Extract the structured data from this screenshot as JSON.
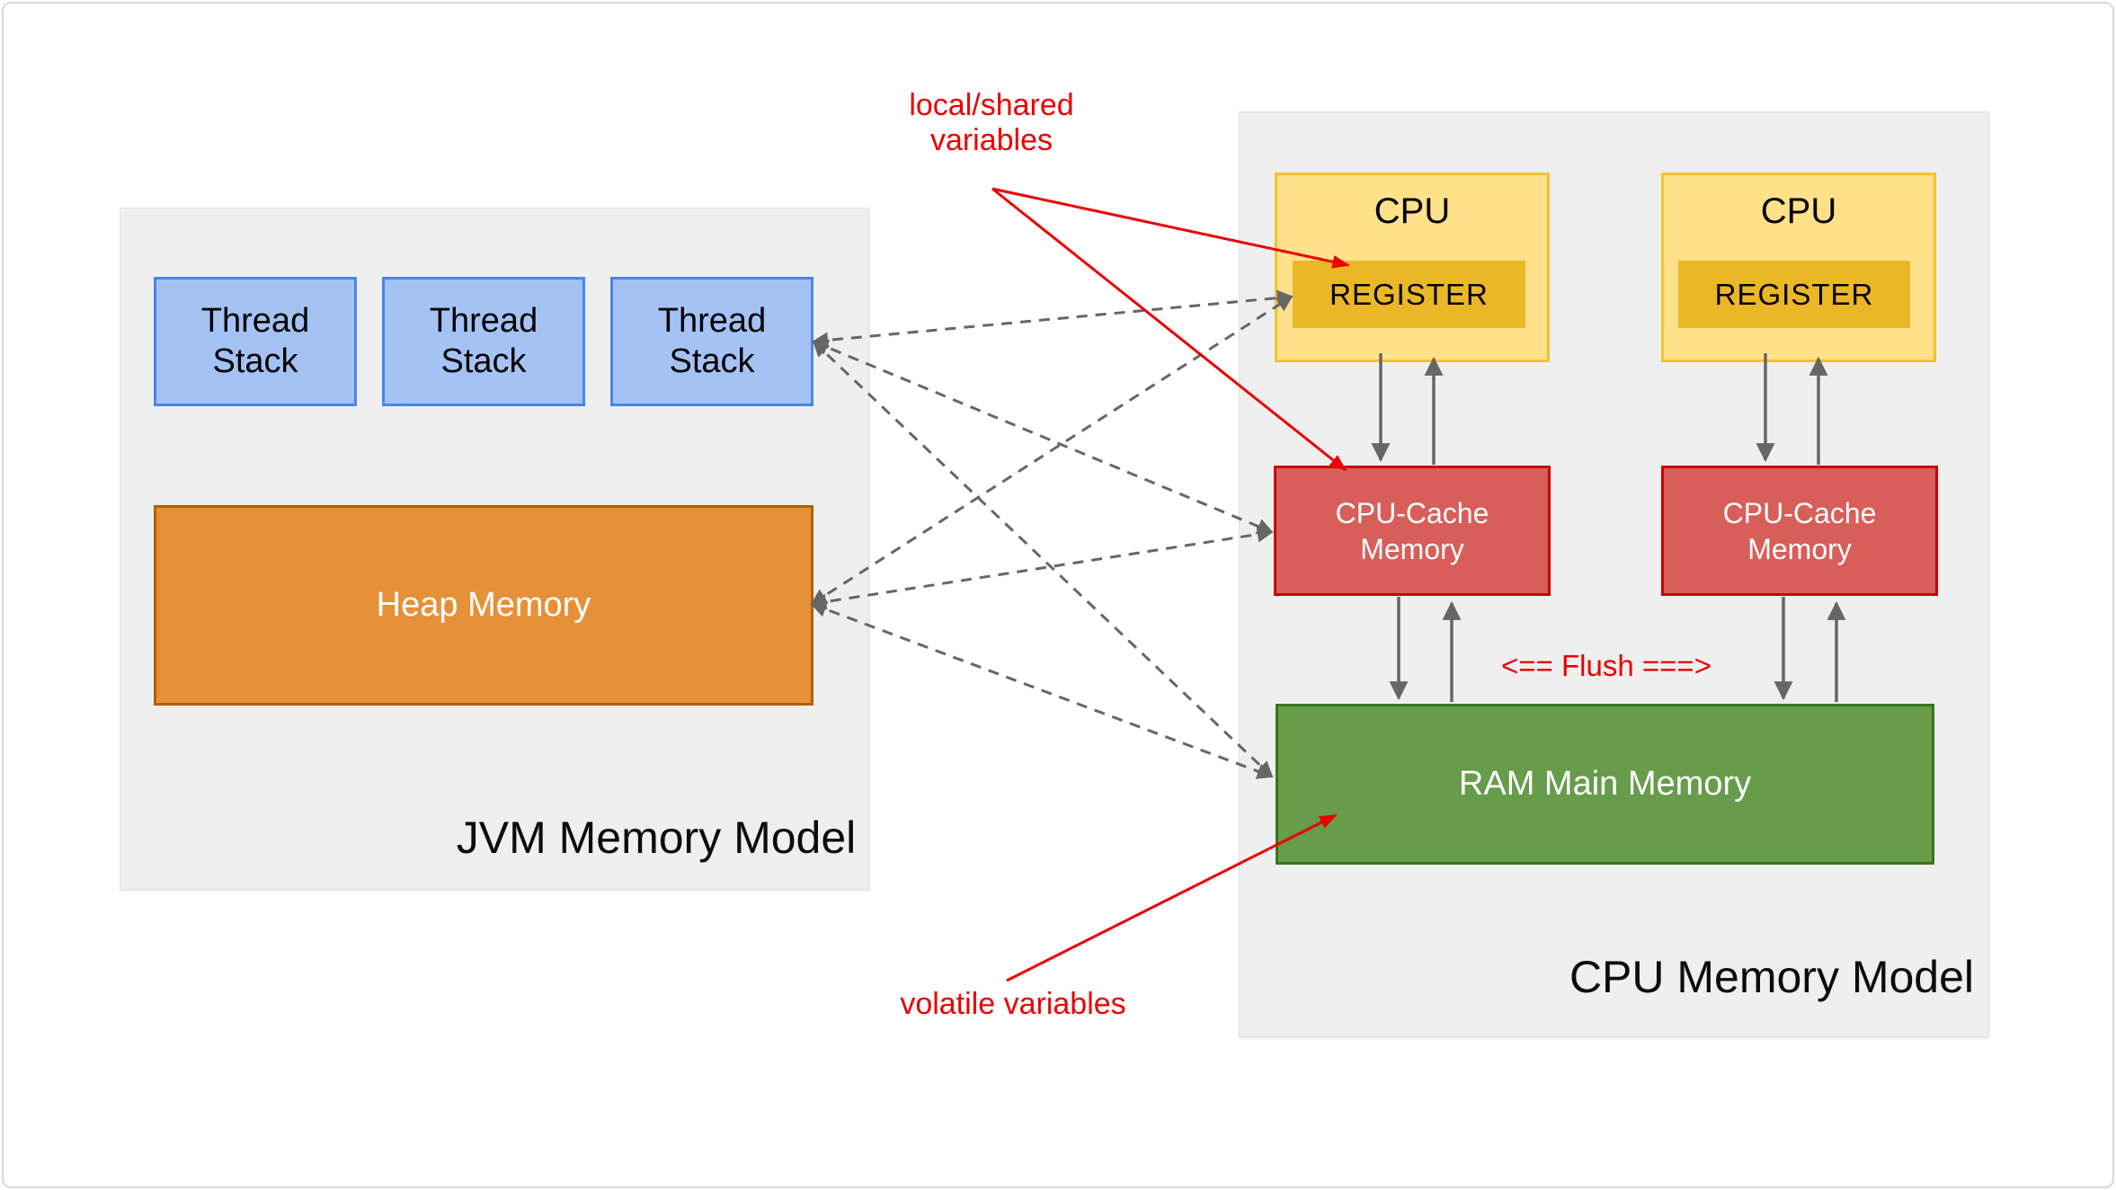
{
  "jvm": {
    "title": "JVM Memory Model",
    "stacks": [
      {
        "label": "Thread Stack"
      },
      {
        "label": "Thread Stack"
      },
      {
        "label": "Thread Stack"
      }
    ],
    "heap": {
      "label": "Heap Memory"
    }
  },
  "cpu": {
    "title": "CPU Memory Model",
    "cpus": [
      {
        "label": "CPU",
        "register_label": "REGISTER"
      },
      {
        "label": "CPU",
        "register_label": "REGISTER"
      }
    ],
    "caches": [
      {
        "label": "CPU-Cache Memory"
      },
      {
        "label": "CPU-Cache Memory"
      }
    ],
    "ram": {
      "label": "RAM Main Memory"
    },
    "flush_label": "<== Flush ===>"
  },
  "annotations": {
    "local_shared": "local/shared variables",
    "volatile": "volatile variables"
  },
  "colors": {
    "thread_stack_fill": "#a4c2f4",
    "thread_stack_border": "#4a86e8",
    "heap_fill": "#e69138",
    "heap_border": "#b45f06",
    "cpu_fill": "#ffe18a",
    "cpu_border": "#f1c232",
    "register_fill": "#eab827",
    "cache_fill": "#d85e59",
    "cache_border": "#cc0000",
    "ram_fill": "#679c4a",
    "ram_border": "#38761d",
    "panel_fill": "#efefef",
    "annotation_red": "#ea0000",
    "arrow_gray": "#666666"
  }
}
